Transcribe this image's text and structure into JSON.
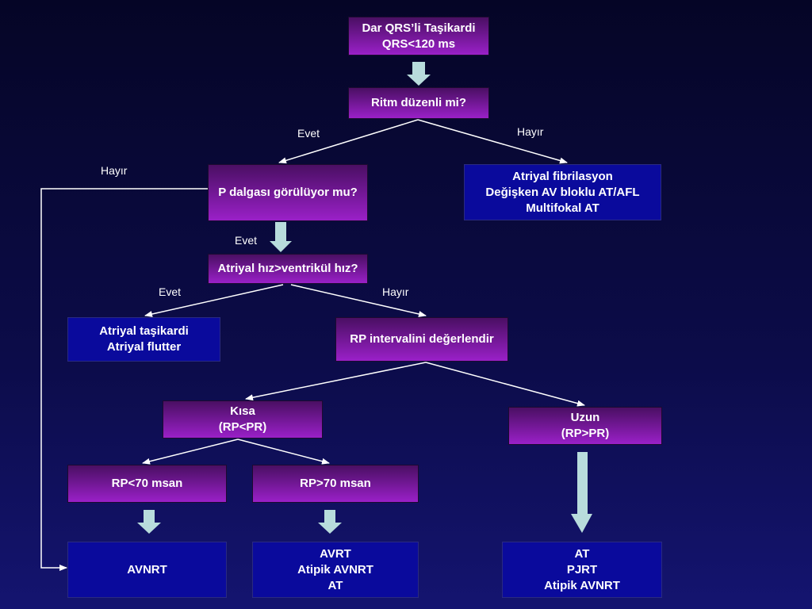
{
  "nodes": {
    "start": [
      "Dar QRS’li Taşikardi",
      "QRS<120 ms"
    ],
    "rhythm": [
      "Ritm düzenli mi?"
    ],
    "af": [
      "Atriyal fibrilasyon",
      "Değişken AV bloklu AT/AFL",
      "Multifokal AT"
    ],
    "pwave": [
      "P dalgası görülüyor mu?"
    ],
    "rate": [
      "Atriyal hız>ventrikül hız?"
    ],
    "at_flutter": [
      "Atriyal taşikardi",
      "Atriyal flutter"
    ],
    "rp_eval": [
      "RP intervalini değerlendir"
    ],
    "short": [
      "Kısa",
      "(RP<PR)"
    ],
    "long": [
      "Uzun",
      "(RP>PR)"
    ],
    "rp_lt70": [
      "RP<70 msan"
    ],
    "rp_gt70": [
      "RP>70 msan"
    ],
    "avnrt": [
      "AVNRT"
    ],
    "avrt": [
      "AVRT",
      "Atipik AVNRT",
      "AT"
    ],
    "at_pjrt": [
      "AT",
      "PJRT",
      "Atipik AVNRT"
    ]
  },
  "labels": {
    "evet_1": "Evet",
    "hayir_1": "Hayır",
    "hayir_2": "Hayır",
    "evet_2": "Evet",
    "evet_3": "Evet",
    "hayir_3": "Hayır"
  },
  "colors": {
    "purple_node": "#9a20c8",
    "blue_node": "#0a0a9c",
    "block_arrow": "#b8dcdc",
    "connector": "#ffffff",
    "background": "#0c0c4a"
  }
}
